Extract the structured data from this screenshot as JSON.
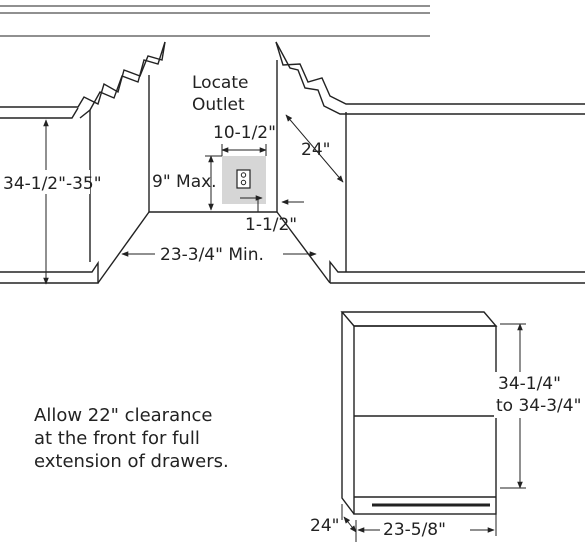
{
  "cabinet_diagram": {
    "outlet_label_line1": "Locate",
    "outlet_label_line2": "Outlet",
    "outlet_width": "10-1/2\"",
    "outlet_height": "9\" Max.",
    "outlet_offset": "1-1/2\"",
    "depth": "24\"",
    "counter_height": "34-1/2\"-35\"",
    "opening_width": "23-3/4\" Min."
  },
  "appliance_diagram": {
    "height_line1": "34-1/4\"",
    "height_line2": "to 34-3/4\"",
    "depth": "24\"",
    "width": "23-5/8\""
  },
  "note": {
    "line1": "Allow 22\" clearance",
    "line2": "at the front for full",
    "line3": "extension of drawers."
  }
}
